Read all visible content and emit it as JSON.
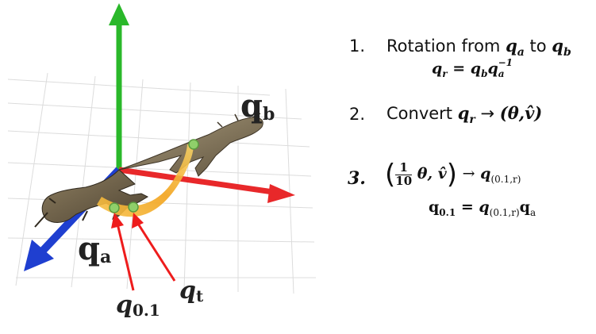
{
  "labels": {
    "qb": {
      "main": "q",
      "sub": "b"
    },
    "qa": {
      "main": "q",
      "sub": "a"
    },
    "q01": {
      "main": "q",
      "sub": "0.1"
    },
    "qt": {
      "main": "q",
      "sub": "t"
    }
  },
  "steps": [
    {
      "num": "1.",
      "text_pre": "Rotation from",
      "to_word": "to",
      "formula_lhs": "q",
      "formula_lhs_sub": "r",
      "formula_eq": "=",
      "formula_rhs1": "q",
      "formula_rhs1_sub": "b",
      "formula_rhs2": "q",
      "formula_rhs2_sub": "a",
      "formula_rhs2_sup": "−1",
      "var_a": "q",
      "var_a_sub": "a",
      "var_b": "q",
      "var_b_sub": "b"
    },
    {
      "num": "2.",
      "text_pre": "Convert",
      "var": "q",
      "var_sub": "r",
      "arrow": "→",
      "tuple": "(θ,",
      "vhat": "v̂",
      "close": ")"
    },
    {
      "num": "3.",
      "frac_top": "1",
      "frac_bottom": "10",
      "theta": "θ,",
      "vhat": "v̂",
      "arrow": "→",
      "result": "q",
      "result_sub": "(0.1,r)",
      "line2_lhs": "q",
      "line2_lhs_sub": "0.1",
      "line2_eq": "=",
      "line2_r1": "q",
      "line2_r1_sub": "(0.1,r)",
      "line2_r2": "q",
      "line2_r2_sub": "a"
    }
  ],
  "colors": {
    "x_axis": "#e8282a",
    "y_axis": "#2ab82a",
    "z_axis": "#1f3fd0",
    "arc": "#f2a21a",
    "pointer": "#ee1c1c",
    "point": "#8fcf6a",
    "grid": "#d8d8d8",
    "lizard": "#6b5c44"
  },
  "icons": {
    "lizard": "lizard-icon"
  }
}
